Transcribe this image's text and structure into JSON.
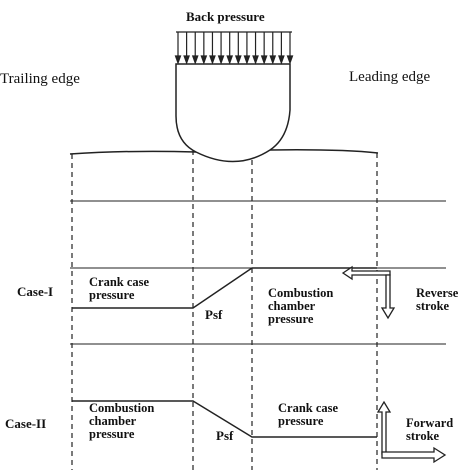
{
  "top": {
    "back_pressure": "Back pressure",
    "trailing_edge": "Trailing edge",
    "leading_edge": "Leading edge"
  },
  "case1": {
    "label": "Case-I",
    "crank_case_pressure": [
      "Crank case",
      "pressure"
    ],
    "psf": "Psf",
    "combustion_chamber_pressure": [
      "Combustion",
      "chamber",
      "pressure"
    ],
    "stroke": [
      "Reverse",
      "stroke"
    ]
  },
  "case2": {
    "label": "Case-II",
    "combustion_chamber_pressure": [
      "Combustion",
      "chamber",
      "pressure"
    ],
    "psf": "Psf",
    "crank_case_pressure": [
      "Crank case",
      "pressure"
    ],
    "stroke": [
      "Forward",
      "stroke"
    ]
  },
  "colors": {
    "line": "#222222",
    "text": "#111111",
    "background": "#ffffff"
  }
}
